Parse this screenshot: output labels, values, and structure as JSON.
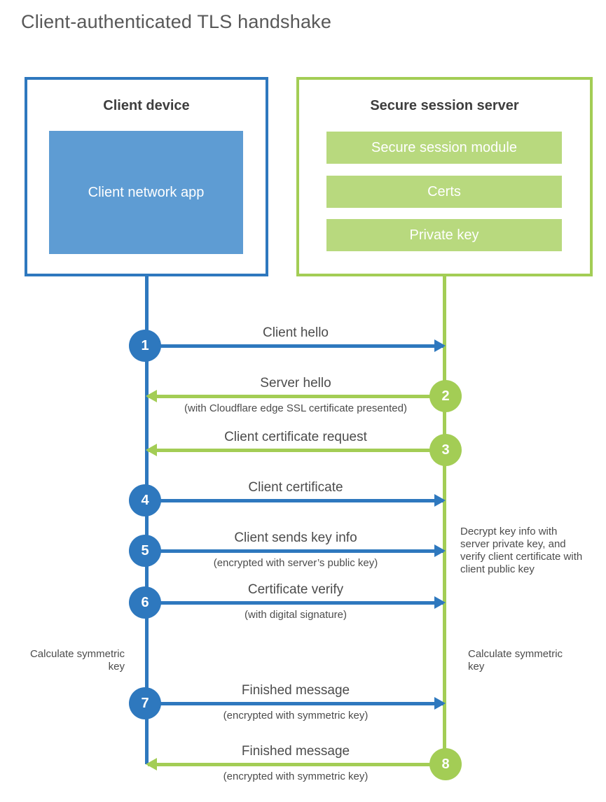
{
  "page_title": "Client-authenticated TLS handshake",
  "colors": {
    "client_blue": "#2e78be",
    "client_app_fill": "#5e9cd3",
    "server_green": "#a3cd55",
    "server_module_fill": "#b8d97e",
    "text_dark": "#3e3e3e",
    "text_gray": "#4c4c4c"
  },
  "client": {
    "title": "Client device",
    "app": "Client network app"
  },
  "server": {
    "title": "Secure session server",
    "modules": [
      "Secure session module",
      "Certs",
      "Private key"
    ]
  },
  "steps": [
    {
      "num": "1",
      "from": "client",
      "to": "server",
      "label": "Client hello",
      "sub": ""
    },
    {
      "num": "2",
      "from": "server",
      "to": "client",
      "label": "Server hello",
      "sub": "(with Cloudflare edge SSL certificate presented)"
    },
    {
      "num": "3",
      "from": "server",
      "to": "client",
      "label": "Client certificate request",
      "sub": ""
    },
    {
      "num": "4",
      "from": "client",
      "to": "server",
      "label": "Client certificate",
      "sub": ""
    },
    {
      "num": "5",
      "from": "client",
      "to": "server",
      "label": "Client sends key info",
      "sub": "(encrypted with server’s public key)"
    },
    {
      "num": "6",
      "from": "client",
      "to": "server",
      "label": "Certificate verify",
      "sub": "(with digital signature)"
    },
    {
      "num": "7",
      "from": "client",
      "to": "server",
      "label": "Finished message",
      "sub": "(encrypted with symmetric key)"
    },
    {
      "num": "8",
      "from": "server",
      "to": "client",
      "label": "Finished message",
      "sub": "(encrypted with symmetric key)"
    }
  ],
  "notes": {
    "server_side": "Decrypt key info with server private key, and verify client certificate with client public key",
    "client_calc": "Calculate symmetric key",
    "server_calc": "Calculate symmetric key"
  }
}
